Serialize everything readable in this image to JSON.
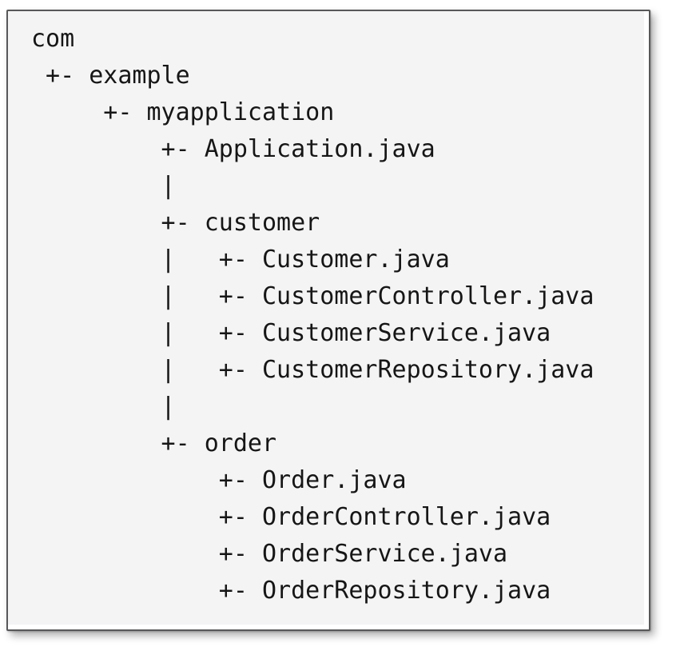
{
  "code_block": {
    "lines": [
      "com",
      " +- example",
      "     +- myapplication",
      "         +- Application.java",
      "         |",
      "         +- customer",
      "         |   +- Customer.java",
      "         |   +- CustomerController.java",
      "         |   +- CustomerService.java",
      "         |   +- CustomerRepository.java",
      "         |",
      "         +- order",
      "             +- Order.java",
      "             +- OrderController.java",
      "             +- OrderService.java",
      "             +- OrderRepository.java"
    ],
    "tree": {
      "name": "com",
      "children": [
        {
          "name": "example",
          "children": [
            {
              "name": "myapplication",
              "children": [
                {
                  "name": "Application.java"
                },
                {
                  "name": "customer",
                  "children": [
                    {
                      "name": "Customer.java"
                    },
                    {
                      "name": "CustomerController.java"
                    },
                    {
                      "name": "CustomerService.java"
                    },
                    {
                      "name": "CustomerRepository.java"
                    }
                  ]
                },
                {
                  "name": "order",
                  "children": [
                    {
                      "name": "Order.java"
                    },
                    {
                      "name": "OrderController.java"
                    },
                    {
                      "name": "OrderService.java"
                    },
                    {
                      "name": "OrderRepository.java"
                    }
                  ]
                }
              ]
            }
          ]
        }
      ]
    },
    "colors": {
      "block_background": "#f4f4f5",
      "frame_border": "#58585a",
      "text": "#161616",
      "page_background": "#ffffff"
    }
  }
}
